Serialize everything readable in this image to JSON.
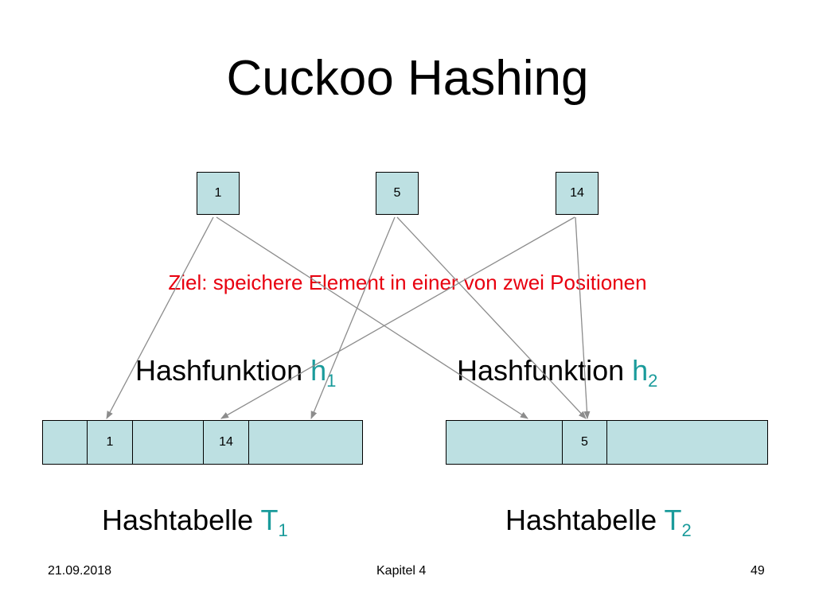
{
  "title": "Cuckoo Hashing",
  "colors": {
    "cell_fill": "#bde0e2",
    "goal_text": "#e8000f",
    "accent": "#1a9b9b",
    "arrow": "#8c8c8c"
  },
  "elements": [
    "1",
    "5",
    "14"
  ],
  "goal": "Ziel: speichere Element in einer von zwei Positionen",
  "hash_functions": [
    {
      "label": "Hashfunktion ",
      "var": "h",
      "sub": "1"
    },
    {
      "label": "Hashfunktion ",
      "var": "h",
      "sub": "2"
    }
  ],
  "tables": [
    {
      "label": "Hashtabelle ",
      "var": "T",
      "sub": "1",
      "cells": [
        "",
        "1",
        "",
        "14",
        ""
      ]
    },
    {
      "label": "Hashtabelle ",
      "var": "T",
      "sub": "2",
      "cells": [
        "",
        "5",
        ""
      ]
    }
  ],
  "footer": {
    "date": "21.09.2018",
    "chapter": "Kapitel 4",
    "page": "49"
  }
}
